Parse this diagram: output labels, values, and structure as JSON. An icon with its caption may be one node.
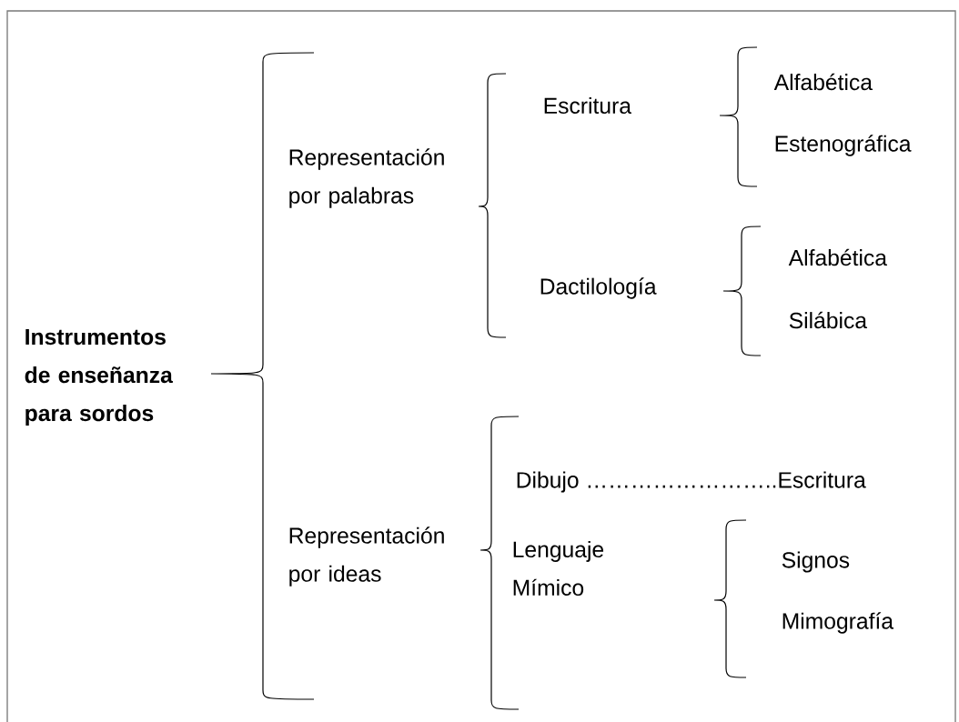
{
  "diagram": {
    "nodes": [
      {
        "text": [
          "Instrumentos de enseñanza para sordos"
        ]
      },
      {
        "text": [
          "Representación por palabras"
        ]
      },
      {
        "text": [
          "Escritura"
        ]
      },
      {
        "text": [
          "Alfabética"
        ]
      },
      {
        "text": [
          "Estenográfica"
        ]
      },
      {
        "text": [
          "Dactilología"
        ]
      },
      {
        "text": [
          "Alfabética"
        ]
      },
      {
        "text": [
          "Silábica"
        ]
      },
      {
        "text": [
          "Representación por ideas"
        ]
      },
      {
        "text": [
          "Dibujo ……………………..Escritura"
        ]
      },
      {
        "text": [
          "Lenguaje Mímico"
        ]
      },
      {
        "text": [
          "Signos"
        ]
      },
      {
        "text": [
          "Mimografía"
        ]
      }
    ]
  }
}
